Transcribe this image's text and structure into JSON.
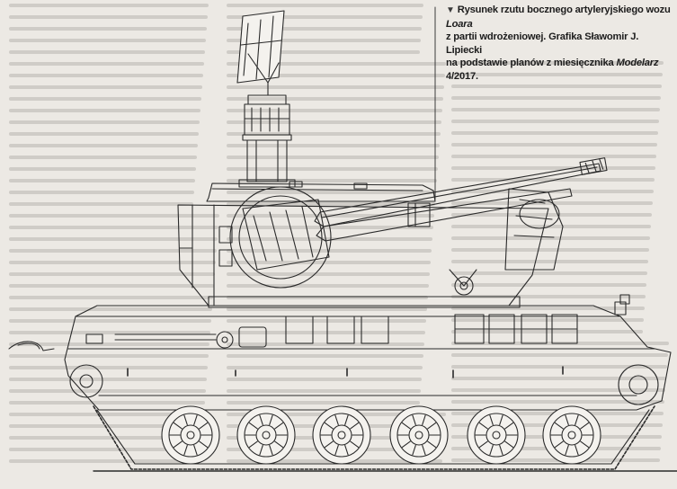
{
  "caption": {
    "line1_prefix": "Rysunek rzutu bocznego artyleryjskiego wozu ",
    "line1_italic": "Loara",
    "line2": "z partii wdrożeniowej. Grafika Sławomir J. Lipiecki",
    "line3_prefix": "na podstawie planów z miesięcznika ",
    "line3_italic": "Modelarz",
    "line3_suffix": " 4/2017."
  },
  "colors": {
    "paper": "#ece9e4",
    "ink": "#2a2a2a",
    "ghost_text": "#c9c6c1"
  }
}
